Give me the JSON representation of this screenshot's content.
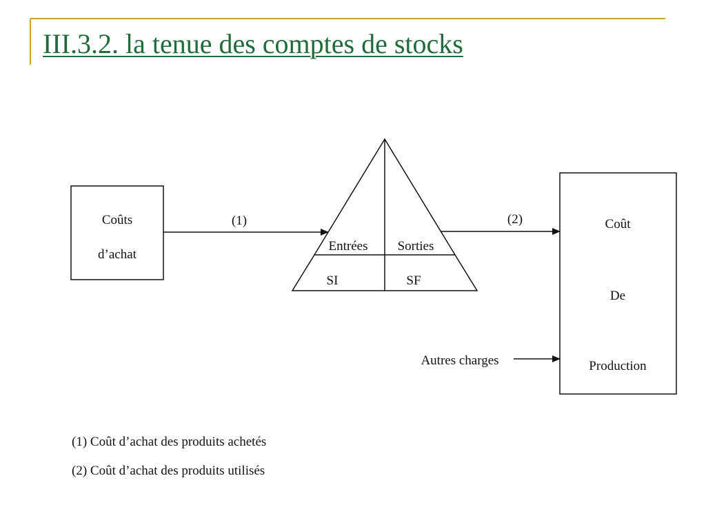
{
  "slide": {
    "title": "III.3.2. la tenue des comptes de stocks",
    "title_color": "#1f6b3a",
    "accent_color": "#c9a227"
  },
  "diagram": {
    "left_box": {
      "line1": "Coûts",
      "line2": "d’achat"
    },
    "arrow1_label": "(1)",
    "arrow2_label": "(2)",
    "stock_account": {
      "entries_label": "Entrées",
      "exits_label": "Sorties",
      "opening_label": "SI",
      "closing_label": "SF"
    },
    "right_box": {
      "line1": "Coût",
      "line2": "De",
      "line3": "Production"
    },
    "other_charges_label": "Autres charges"
  },
  "notes": [
    "(1) Coût d’achat des produits achetés",
    "(2) Coût d’achat des produits utilisés"
  ]
}
